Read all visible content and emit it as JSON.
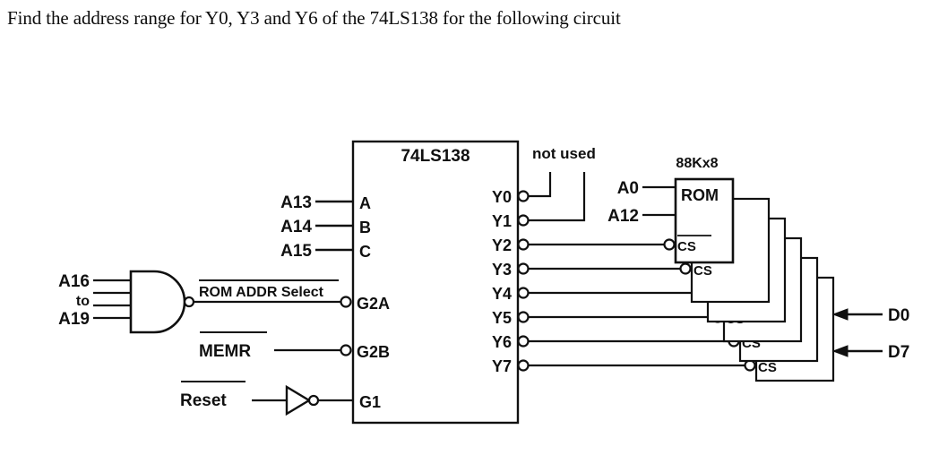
{
  "question": {
    "text": "Find the address range for Y0, Y3 and Y6 of the 74LS138 for the following circuit"
  },
  "decoder": {
    "part_number": "74LS138",
    "select_inputs": [
      {
        "signal": "A13",
        "pin": "A"
      },
      {
        "signal": "A14",
        "pin": "B"
      },
      {
        "signal": "A15",
        "pin": "C"
      }
    ],
    "enable_inputs": [
      {
        "signal": "ROM ADDR Select",
        "pin": "G2A",
        "active_low_signal": true,
        "inverted_pin": true
      },
      {
        "signal": "MEMR",
        "pin": "G2B",
        "active_low_signal": true,
        "inverted_pin": true
      },
      {
        "signal": "Reset",
        "pin": "G1",
        "active_low_signal": true,
        "inverted_pin": false
      }
    ],
    "outputs": [
      {
        "label": "Y0",
        "destination": "not used"
      },
      {
        "label": "Y1",
        "destination": "not used"
      },
      {
        "label": "Y2",
        "destination": "ROM 1 CS"
      },
      {
        "label": "Y3",
        "destination": "ROM 2 CS"
      },
      {
        "label": "Y4",
        "destination": "ROM 3 CS"
      },
      {
        "label": "Y5",
        "destination": "ROM 4 CS"
      },
      {
        "label": "Y6",
        "destination": "ROM 5 CS"
      },
      {
        "label": "Y7",
        "destination": "ROM 6 CS"
      }
    ]
  },
  "nand_gate": {
    "input_top": "A16",
    "input_middle": "to",
    "input_bottom": "A19",
    "output": "ROM ADDR Select"
  },
  "inverter": {
    "input": "Reset",
    "output_pin": "G1"
  },
  "memory": {
    "size_label": "88Kx8",
    "chip_label": "ROM",
    "address_inputs": [
      "A0",
      "A12"
    ],
    "chip_select_label": "CS",
    "chip_count": 6
  },
  "data_bus": {
    "top": "D0",
    "bottom": "D7"
  },
  "notes": {
    "unused_outputs": "not used"
  },
  "colors": {
    "ink": "#101010",
    "background": "#ffffff"
  }
}
